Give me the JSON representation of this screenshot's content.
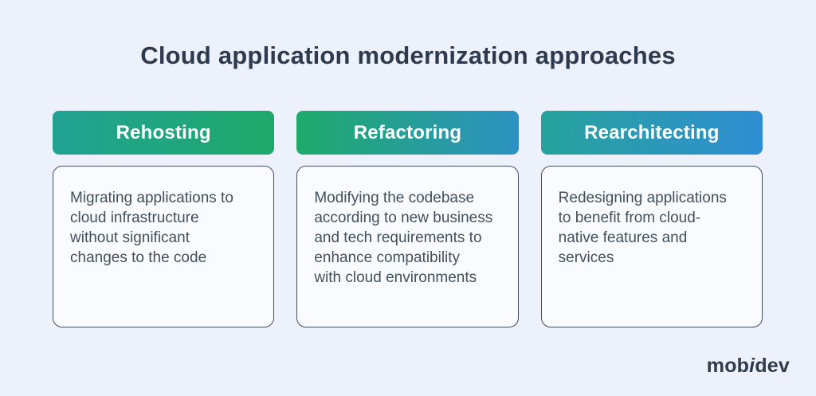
{
  "title": "Cloud application modernization approaches",
  "columns": [
    {
      "header": "Rehosting",
      "description": "Migrating applications to\ncloud infrastructure\nwithout significant\nchanges to the code",
      "gradient_start": "#22A293",
      "gradient_end": "#1EA869"
    },
    {
      "header": "Refactoring",
      "description": "Modifying the codebase\naccording to new business\nand tech requirements to\nenhance compatibility\nwith cloud environments",
      "gradient_start": "#1FAA6B",
      "gradient_end": "#2D92C2"
    },
    {
      "header": "Rearchitecting",
      "description": "Redesigning applications\nto benefit from cloud-\nnative features and\nservices",
      "gradient_start": "#27A39C",
      "gradient_end": "#2F8ED2"
    }
  ],
  "logo": {
    "prefix": "mob",
    "accent": "i",
    "suffix": "dev"
  },
  "colors": {
    "background": "#EDF1FB",
    "card_background": "#FAFBFF",
    "card_border": "#414D59",
    "heading_text": "#2E3A4E",
    "body_text": "#42505E",
    "header_text": "#FFFFFF"
  }
}
